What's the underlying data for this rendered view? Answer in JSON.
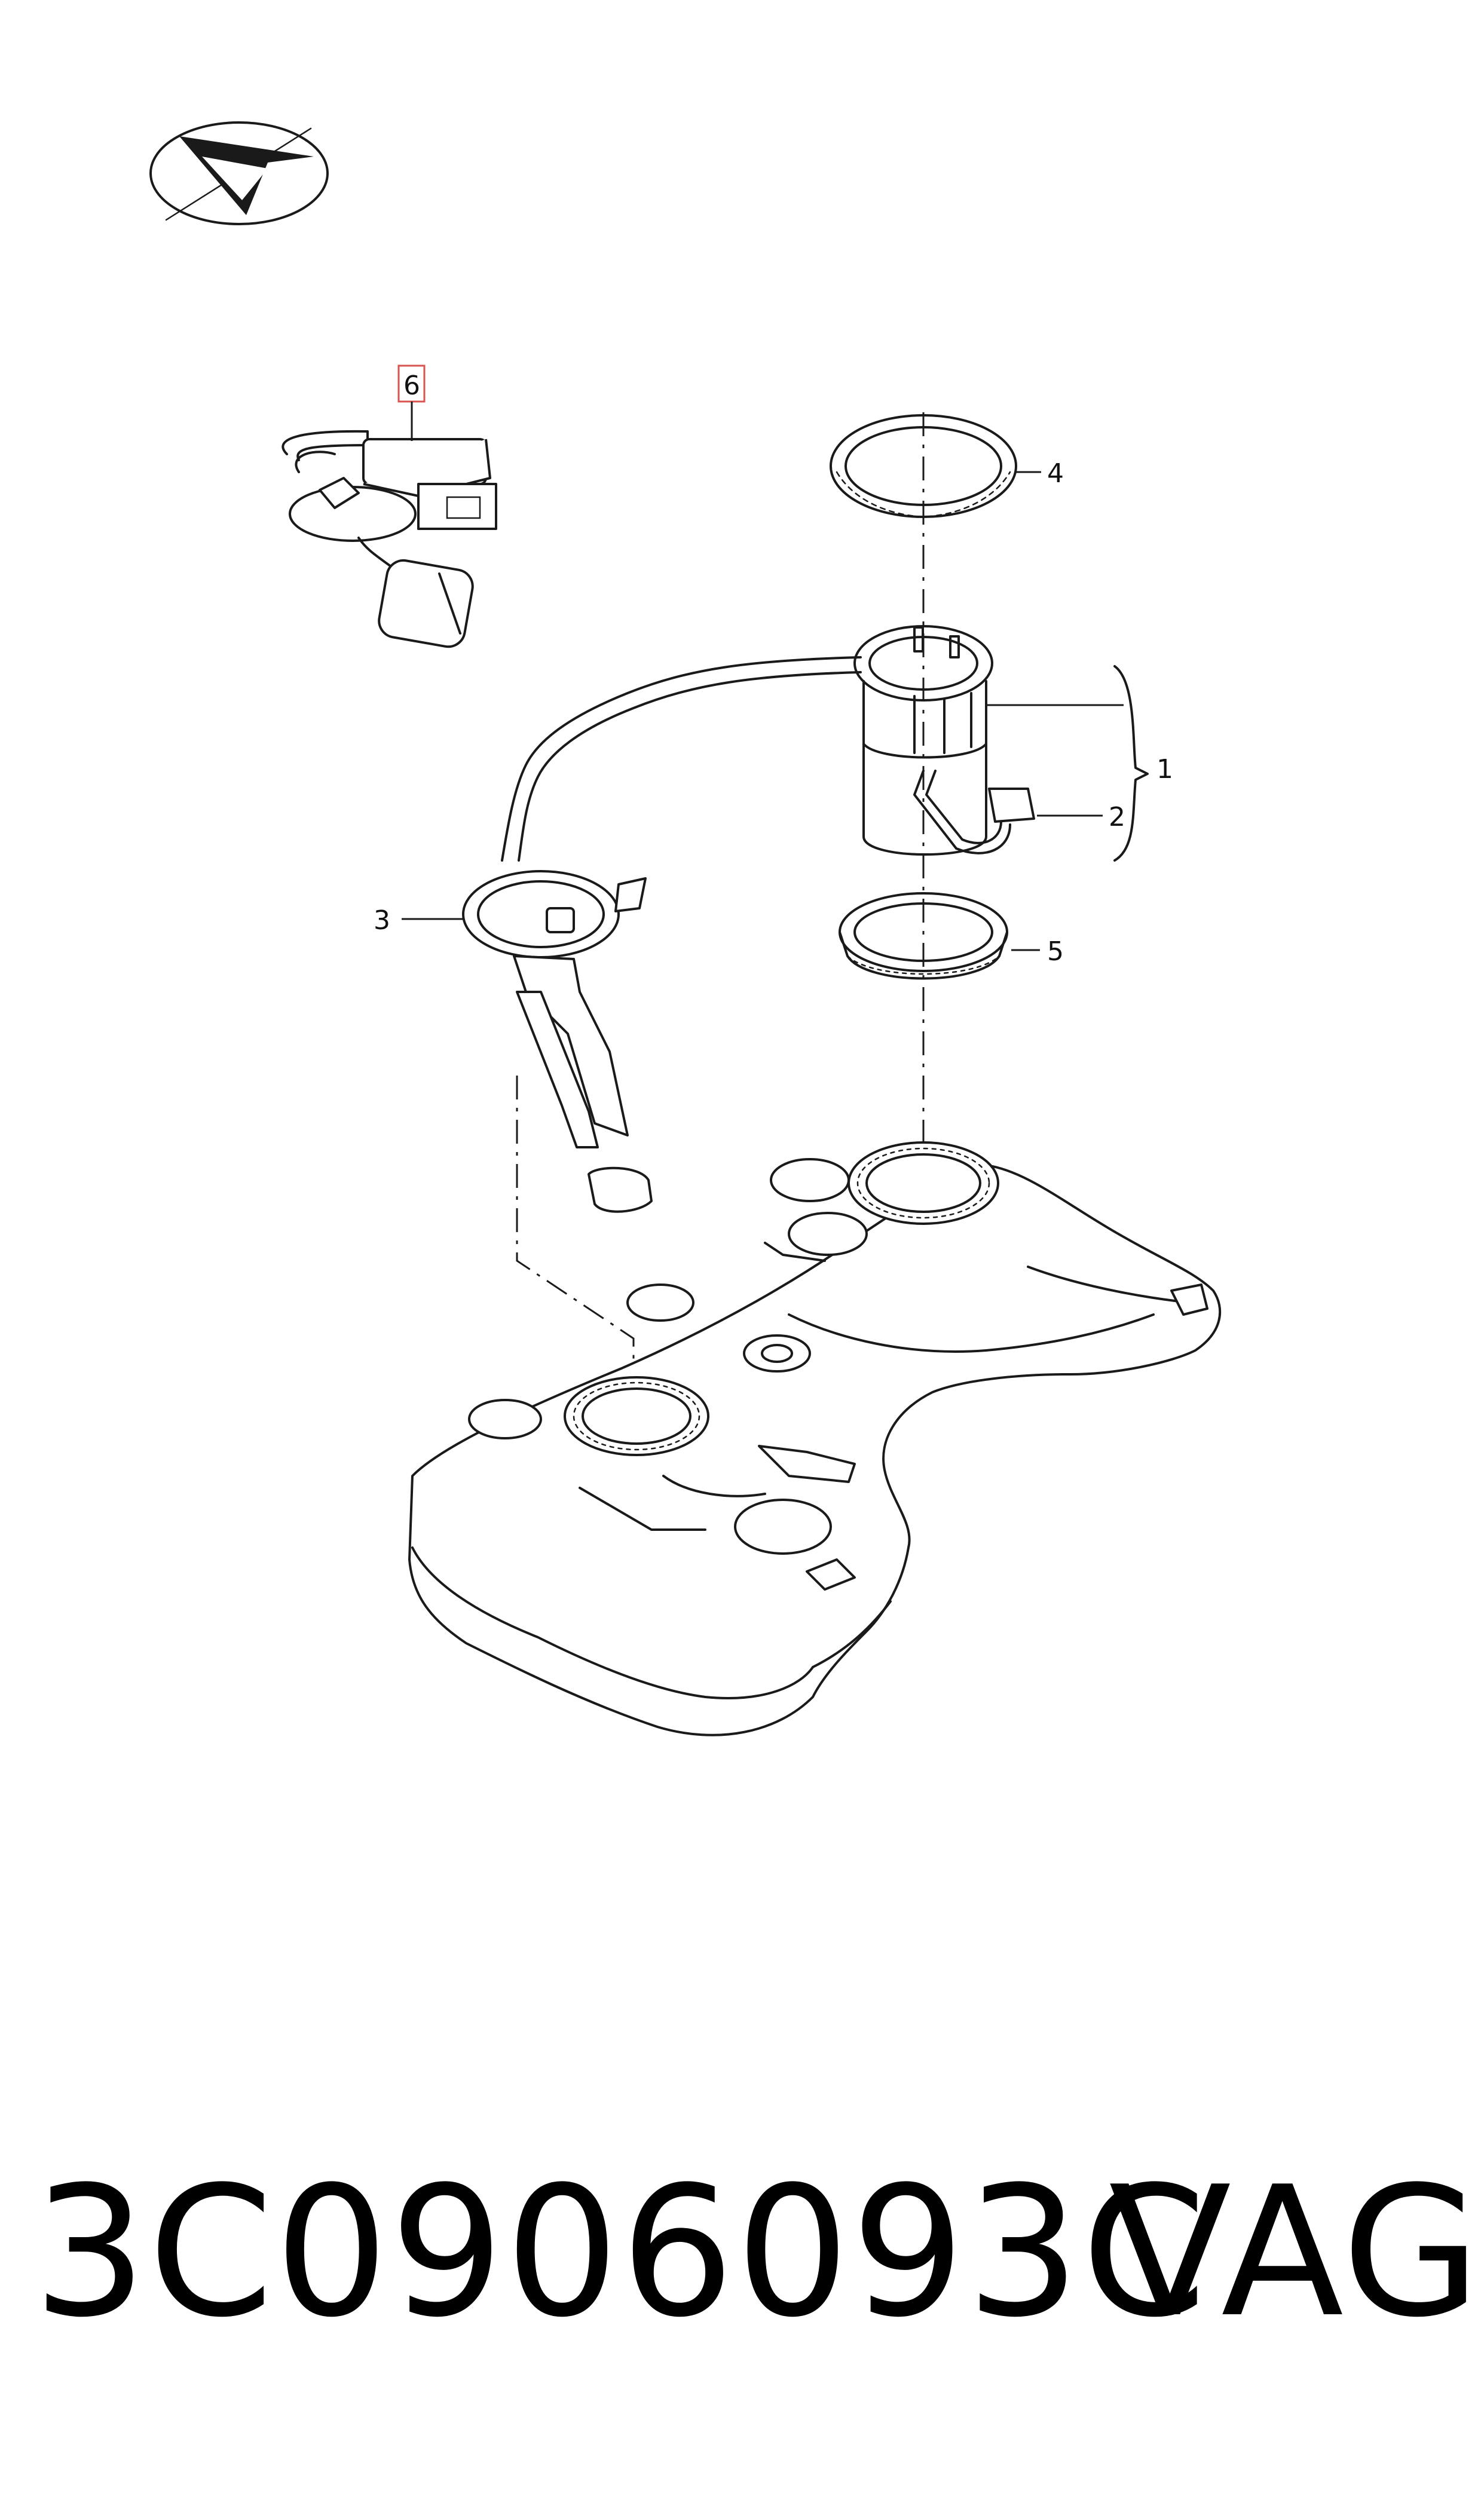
{
  "callouts": [
    {
      "id": "1",
      "text": "1"
    },
    {
      "id": "2",
      "text": "2"
    },
    {
      "id": "3",
      "text": "3"
    },
    {
      "id": "4",
      "text": "4"
    },
    {
      "id": "5",
      "text": "5"
    },
    {
      "id": "6",
      "text": "6"
    }
  ],
  "icons": {
    "orientation": "direction-arrow-icon"
  },
  "colors": {
    "line": "#1a1a1a",
    "highlight_box": "#d9534f",
    "background": "#ffffff"
  },
  "footer": {
    "part_number": "3C0906093C",
    "brand": "VAG"
  }
}
